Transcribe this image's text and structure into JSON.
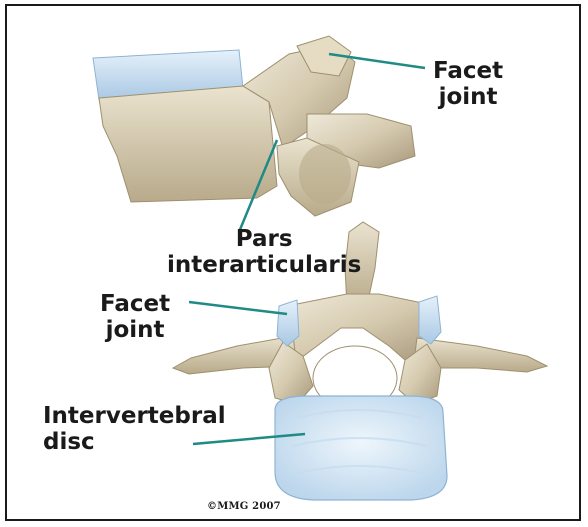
{
  "labels": {
    "facet_joint_top": [
      "Facet",
      "joint"
    ],
    "pars": [
      "Pars",
      "interarticularis"
    ],
    "facet_joint_mid": [
      "Facet",
      "joint"
    ],
    "disc": [
      "Intervertebral",
      "disc"
    ]
  },
  "copyright": "©MMG 2007",
  "colors": {
    "bone": "#d9cfb6",
    "bone_shadow": "#b3a584",
    "bone_highlight": "#efe9d9",
    "cartilage": "#c8dff2",
    "disc": "#dcecf8",
    "leader_line": "#1f8a86",
    "border": "#1a1a1a"
  }
}
